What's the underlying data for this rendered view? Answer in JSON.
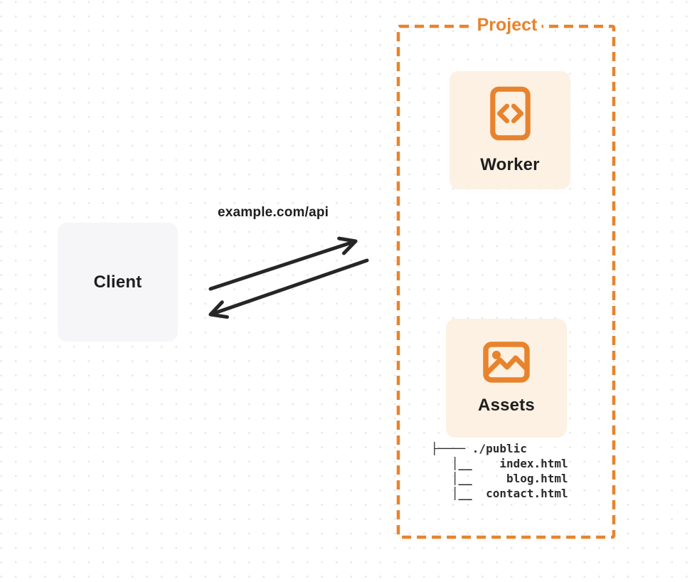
{
  "colors": {
    "accent_orange": "#e8832d",
    "card_cream": "#fcf1e3",
    "client_gray": "#f6f6f8",
    "ink": "#1e1e1f",
    "arrow_black": "#262626",
    "dot_grid": "#e7e7e7"
  },
  "project": {
    "label": "Project"
  },
  "nodes": {
    "worker": {
      "label": "Worker",
      "icon": "code-document-icon"
    },
    "assets": {
      "label": "Assets",
      "icon": "image-icon"
    },
    "client": {
      "label": "Client"
    }
  },
  "request": {
    "label": "example.com/api"
  },
  "file_tree": {
    "root": "./public",
    "files": [
      "index.html",
      "blog.html",
      "contact.html"
    ],
    "lines": [
      "├──── ./public",
      "   │__    index.html",
      "   │__     blog.html",
      "   │__  contact.html"
    ]
  }
}
